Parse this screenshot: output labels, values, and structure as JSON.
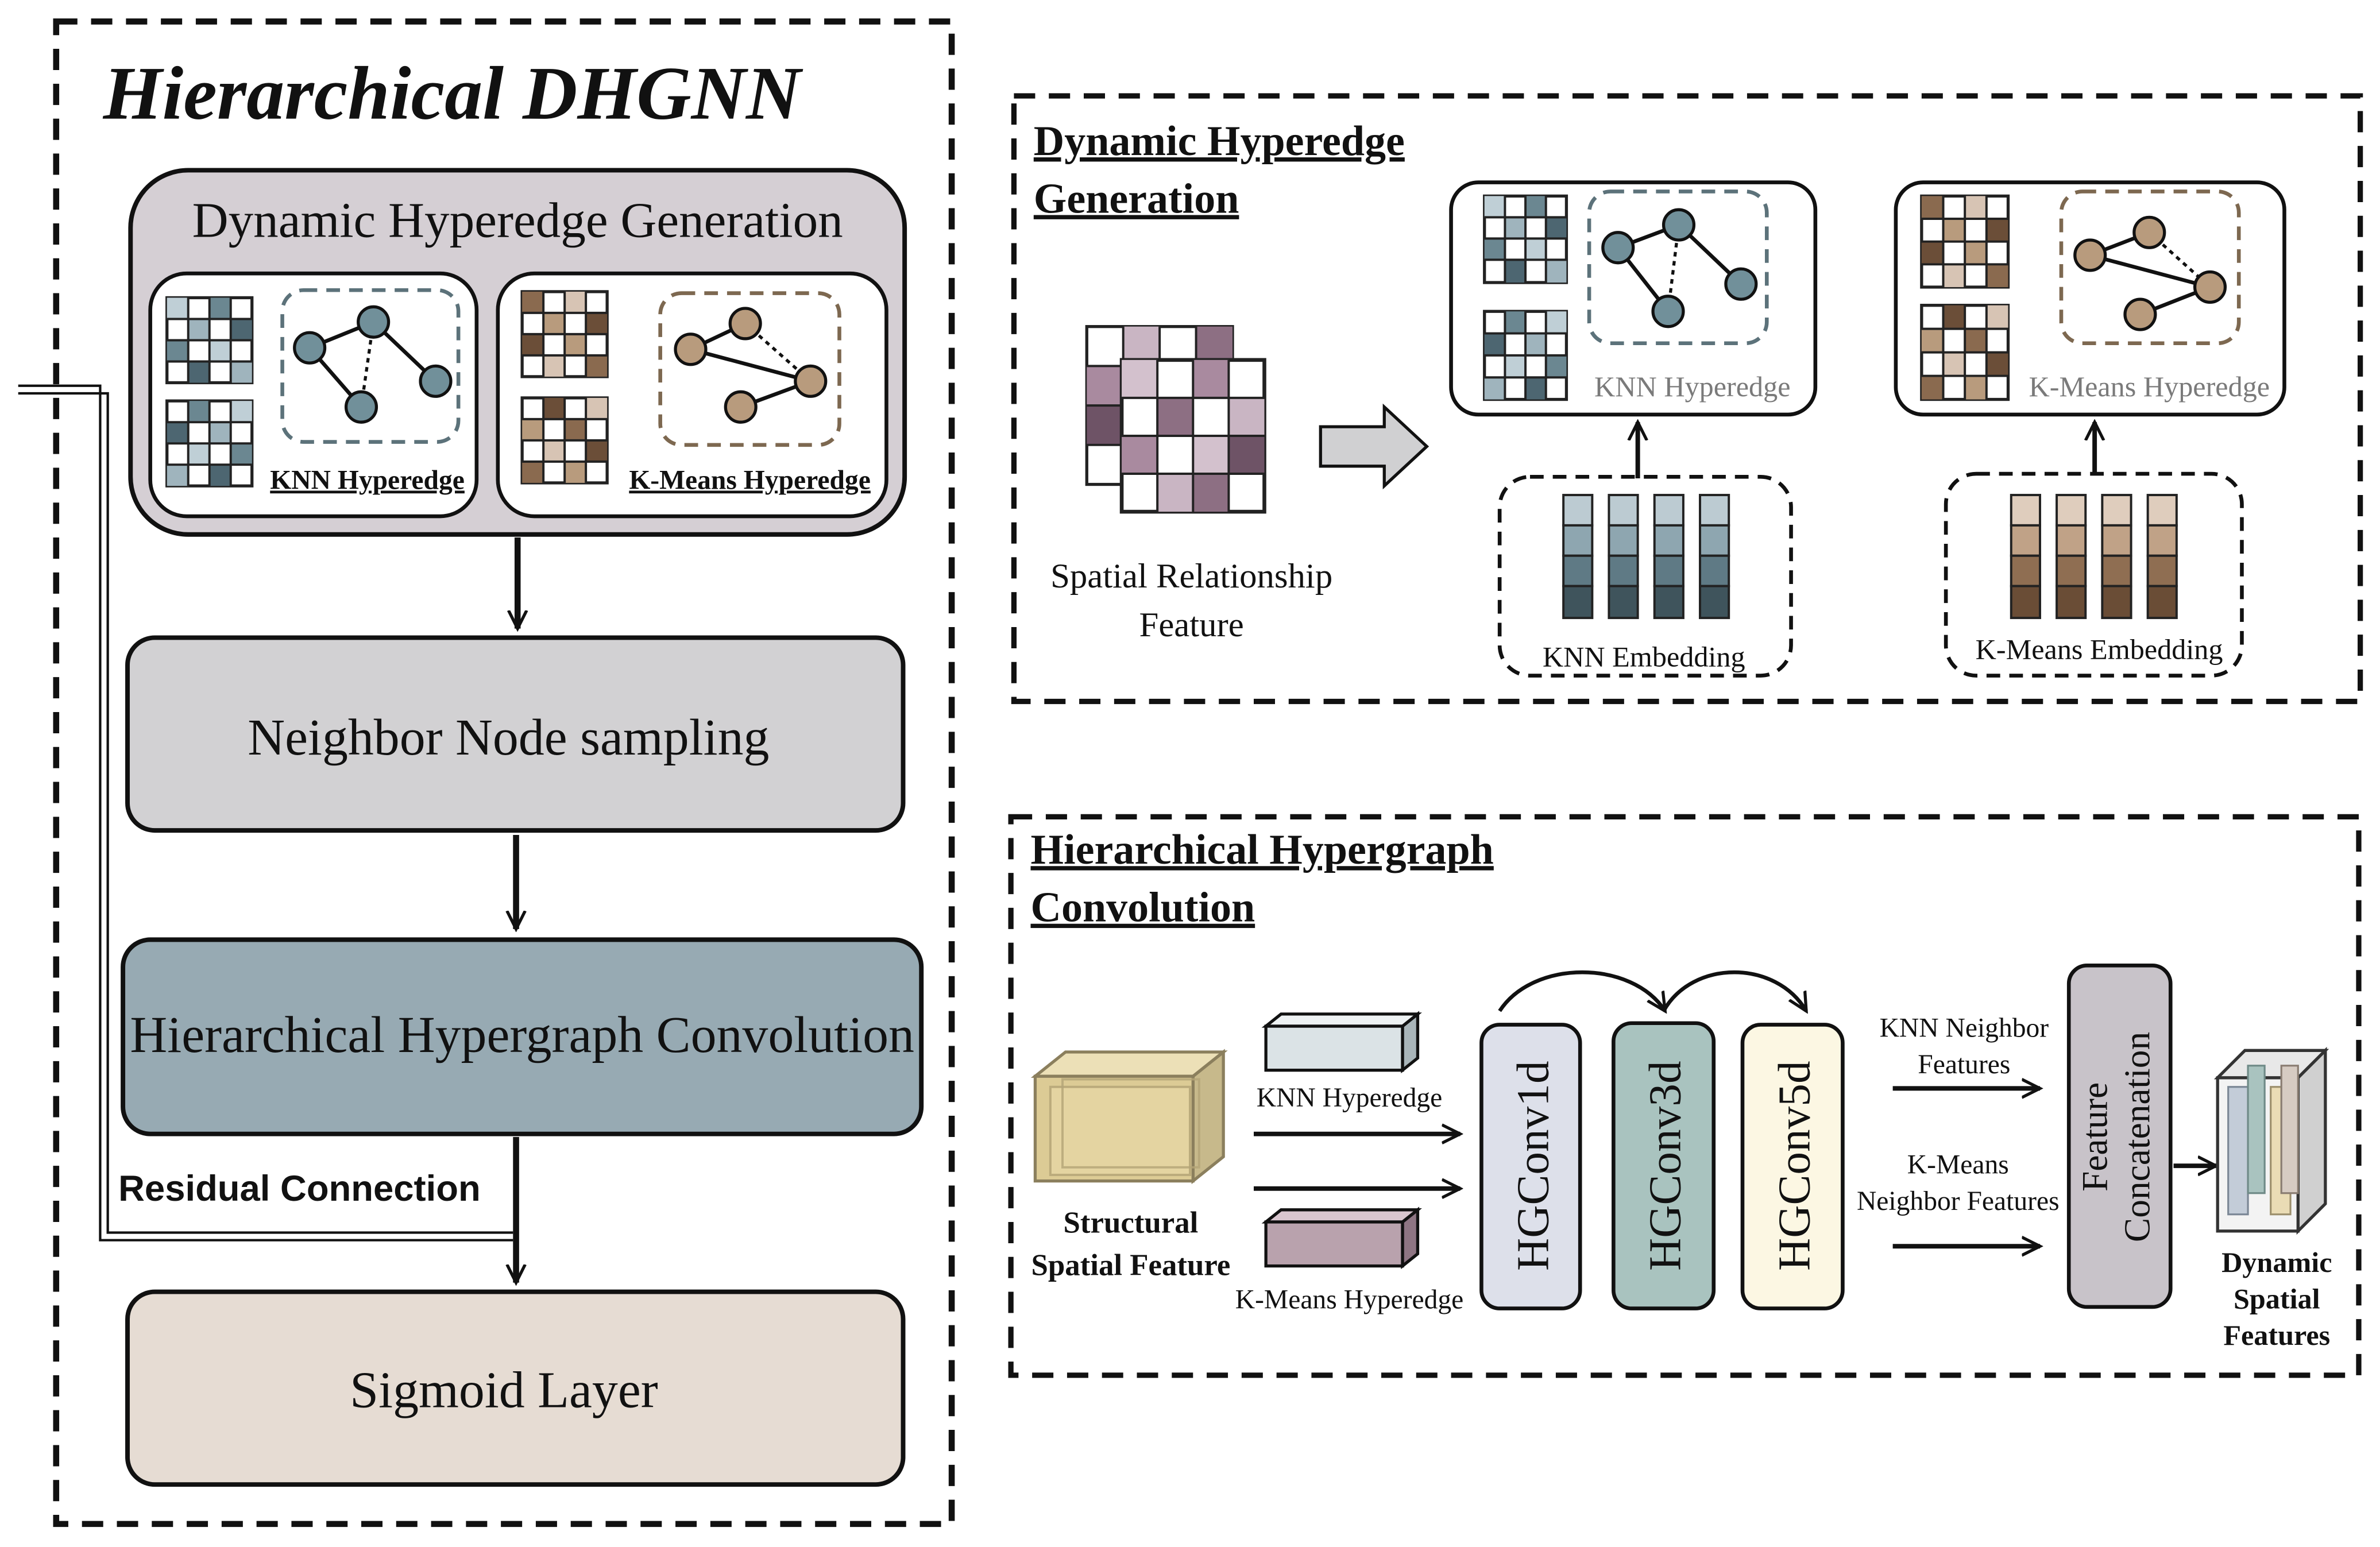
{
  "left_panel": {
    "title": "Hierarchical DHGNN",
    "hyperedge_block": {
      "label": "Dynamic Hyperedge Generation",
      "knn_label": "KNN Hyperedge",
      "kmeans_label": "K-Means Hyperedge"
    },
    "neighbor_sampling": "Neighbor Node sampling",
    "hypergraph_conv": "Hierarchical Hypergraph Convolution",
    "residual": "Residual Connection",
    "sigmoid": "Sigmoid Layer"
  },
  "top_right": {
    "title_line1": "Dynamic Hyperedge",
    "title_line2": "Generation",
    "input_line1": "Spatial Relationship",
    "input_line2": "Feature",
    "knn_hyperedge": "KNN Hyperedge",
    "kmeans_hyperedge": "K-Means Hyperedge",
    "knn_embedding": "KNN Embedding",
    "kmeans_embedding": "K-Means Embedding"
  },
  "bottom_right": {
    "title_line1": "Hierarchical Hypergraph",
    "title_line2": "Convolution",
    "input_line1": "Structural",
    "input_line2": "Spatial Feature",
    "knn_hyperedge": "KNN Hyperedge",
    "kmeans_hyperedge": "K-Means Hyperedge",
    "conv1": "HGConv1d",
    "conv3": "HGConv3d",
    "conv5": "HGConv5d",
    "knn_feat_line1": "KNN Neighbor",
    "knn_feat_line2": "Features",
    "kmeans_feat_line1": "K-Means",
    "kmeans_feat_line2": "Neighbor Features",
    "concat_line1": "Feature",
    "concat_line2": "Concatenation",
    "output_line1": "Dynamic",
    "output_line2": "Spatial",
    "output_line3": "Features"
  },
  "colors": {
    "hyperedge_block": "#d5cfd4",
    "neighbor_sampling": "#d2d1d3",
    "hypergraph_conv": "#97aab3",
    "sigmoid": "#e6dcd3",
    "knn_node": "#71909a",
    "kmeans_node": "#b89b7d",
    "conv1_fill": "#dde0ea",
    "conv3_fill": "#a9c3bf",
    "conv5_fill": "#fcf7e3",
    "concat_fill": "#c8c3c9"
  }
}
